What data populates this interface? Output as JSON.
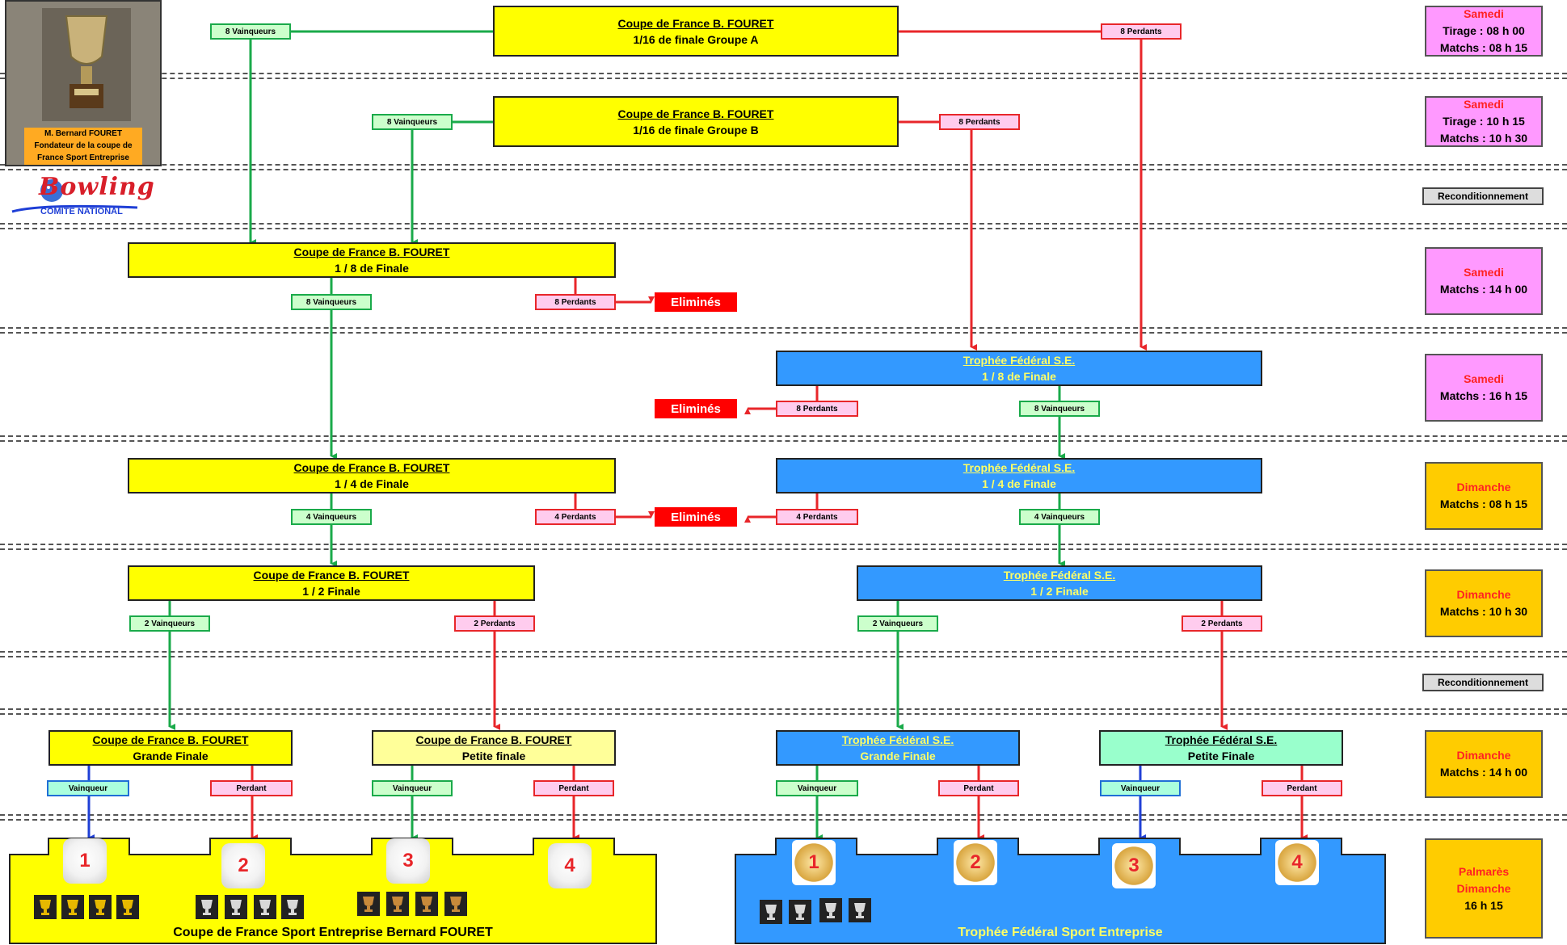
{
  "photo": {
    "caption_lines": [
      "M. Bernard FOURET",
      "Fondateur de la coupe de",
      "France Sport Entreprise"
    ]
  },
  "logo": {
    "word": "Bowling",
    "sub": "COMITE NATIONAL"
  },
  "boxes": {
    "groupA": {
      "title": "Coupe de France B. FOURET",
      "sub": "1/16 de finale Groupe A"
    },
    "groupB": {
      "title": "Coupe de France B. FOURET",
      "sub": "1/16 de finale Groupe B"
    },
    "cf_eighth": {
      "title": "Coupe de France B. FOURET",
      "sub": "1 / 8 de Finale"
    },
    "tf_eighth": {
      "title": "Trophée Fédéral S.E.",
      "sub": "1 / 8 de Finale"
    },
    "cf_quarter": {
      "title": "Coupe de France B. FOURET",
      "sub": "1 / 4 de Finale"
    },
    "tf_quarter": {
      "title": "Trophée Fédéral S.E.",
      "sub": "1 / 4 de Finale"
    },
    "cf_semi": {
      "title": "Coupe de France B. FOURET",
      "sub": "1 / 2 Finale"
    },
    "tf_semi": {
      "title": "Trophée Fédéral S.E.",
      "sub": "1 / 2 Finale"
    },
    "cf_final": {
      "title": "Coupe de France B. FOURET",
      "sub": "Grande  Finale"
    },
    "cf_small": {
      "title": "Coupe de France B. FOURET",
      "sub": "Petite finale"
    },
    "tf_final": {
      "title": "Trophée Fédéral S.E.",
      "sub": "Grande  Finale"
    },
    "tf_small": {
      "title": "Trophée Fédéral S.E.",
      "sub": "Petite  Finale"
    }
  },
  "tags": {
    "v8": "8 Vainqueurs",
    "p8": "8 Perdants",
    "v4": "4 Vainqueurs",
    "p4": "4 Perdants",
    "v2": "2 Vainqueurs",
    "p2": "2 Perdants",
    "v1": "Vainqueur",
    "p1": "Perdant"
  },
  "eliminated": "Eliminés",
  "schedule": [
    {
      "day": "Samedi",
      "lines": [
        "Tirage : 08 h 00",
        "Matchs : 08 h 15"
      ]
    },
    {
      "day": "Samedi",
      "lines": [
        "Tirage : 10 h 15",
        "Matchs : 10 h 30"
      ]
    },
    {
      "day": "Samedi",
      "lines": [
        "Matchs : 14 h 00"
      ]
    },
    {
      "day": "Samedi",
      "lines": [
        "Matchs : 16 h 15"
      ]
    },
    {
      "day": "Dimanche",
      "lines": [
        "Matchs : 08 h 15"
      ]
    },
    {
      "day": "Dimanche",
      "lines": [
        "Matchs : 10 h 30"
      ]
    },
    {
      "day": "Dimanche",
      "lines": [
        "Matchs : 14 h 00"
      ]
    },
    {
      "day": "Palmarès",
      "lines": [
        "Dimanche",
        "16 h 15"
      ]
    }
  ],
  "reconditioning": "Reconditionnement",
  "podiums": {
    "cf": {
      "label": "Coupe de France Sport Entreprise Bernard FOURET",
      "places": [
        "1",
        "2",
        "3",
        "4"
      ]
    },
    "tf": {
      "label": "Trophée Fédéral Sport Entreprise",
      "places": [
        "1",
        "2",
        "3",
        "4"
      ]
    }
  },
  "colors": {
    "winner_line": "#1aaa4a",
    "loser_line": "#e8262a",
    "blue_line": "#1f3fd6",
    "cf_yellow": "#ffff00",
    "tf_blue": "#3399ff"
  }
}
